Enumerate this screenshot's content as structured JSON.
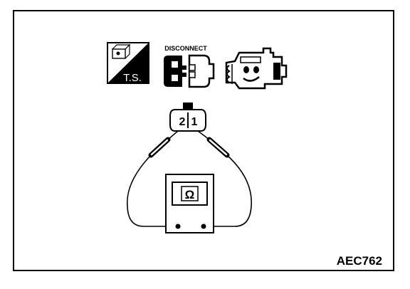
{
  "icons": {
    "ts_label": "T.S.",
    "disconnect_label": "DISCONNECT"
  },
  "connector": {
    "terminal_2": "2",
    "terminal_1": "1"
  },
  "meter": {
    "symbol": "Ω"
  },
  "figure_code": "AEC762"
}
